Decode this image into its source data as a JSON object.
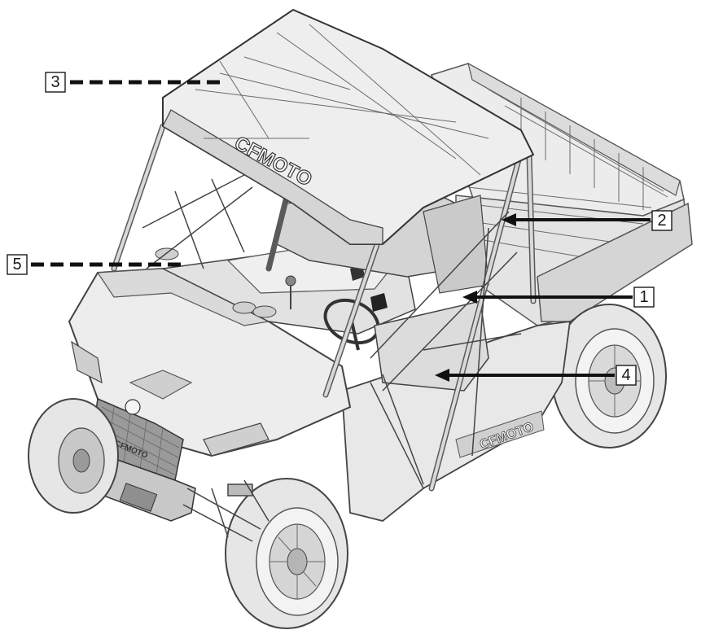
{
  "callouts": [
    {
      "id": "3",
      "label": "3",
      "style": "dashed"
    },
    {
      "id": "5",
      "label": "5",
      "style": "dashed"
    },
    {
      "id": "2",
      "label": "2",
      "style": "solid"
    },
    {
      "id": "1",
      "label": "1",
      "style": "solid"
    },
    {
      "id": "4",
      "label": "4",
      "style": "solid"
    }
  ],
  "branding": {
    "roof_logo": "CFMOTO",
    "side_logo": "CFMOTO",
    "bumper_logo": "CFMOTO"
  },
  "colors": {
    "line": "#1a1a1a",
    "body_fill": "#efefef",
    "body_shade": "#d6d6d6",
    "tire_fill": "#e8e8e8"
  }
}
